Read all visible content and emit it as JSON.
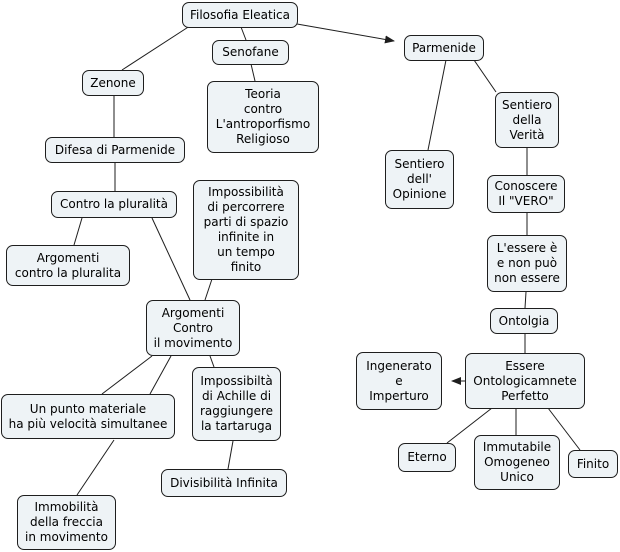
{
  "colors": {
    "node_fill": "#eef3f6",
    "node_border": "#1e1e1e",
    "line": "#1e1e1e"
  },
  "nodes": {
    "filosofia": "Filosofia Eleatica",
    "senofane": "Senofane",
    "teoria": "Teoria\ncontro\nL'antroporfismo\nReligioso",
    "parmenide": "Parmenide",
    "zenone": "Zenone",
    "difesa": "Difesa di Parmenide",
    "contro_pluralita": "Contro la pluralità",
    "argomenti_pluralita": "Argomenti\ncontro la pluralita",
    "impossibilita_spazio": "Impossibilità\ndi percorrere\nparti di spazio\ninfinite in\nun tempo\nfinito",
    "argomenti_movimento": "Argomenti\nContro\nil movimento",
    "punto_materiale": "Un punto materiale\nha più velocità simultanee",
    "achille": "Impossibiltà\ndi Achille di\nraggiungere\nla tartaruga",
    "divisibilita": "Divisibilità Infinita",
    "freccia": "Immobilità\ndella freccia\nin movimento",
    "sentiero_verita": "Sentiero\ndella\nVerità",
    "sentiero_opinione": "Sentiero\ndell'\nOpinione",
    "conoscere": "Conoscere\nIl \"VERO\"",
    "essere": "L'essere è\ne non può\nnon essere",
    "ontolgia": "Ontolgia",
    "essere_perfetto": "Essere\nOntologicamnete\nPerfetto",
    "ingenerato": "Ingenerato\ne\nImperturo",
    "eterno": "Eterno",
    "immutabile": "Immutabile\nOmogeneo\nUnico",
    "finito": "Finito"
  }
}
